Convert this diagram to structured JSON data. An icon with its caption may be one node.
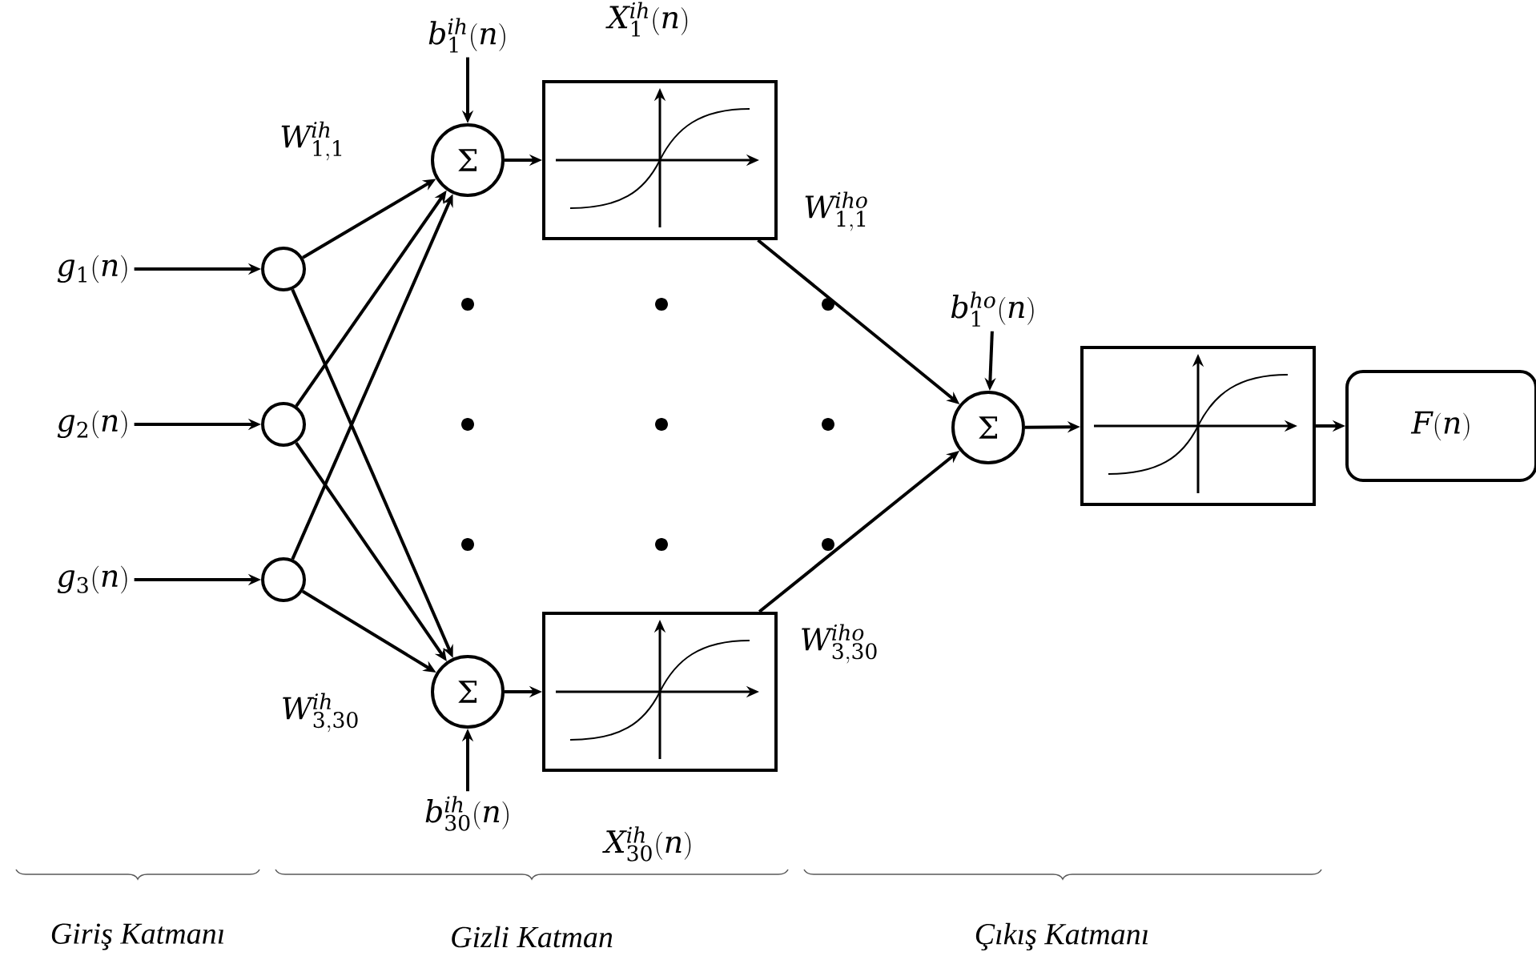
{
  "diagram": {
    "nodes": [
      {
        "text": [
          "g_1(n)"
        ]
      },
      {
        "text": [
          "g_2(n)"
        ]
      },
      {
        "text": [
          "g_3(n)"
        ]
      },
      {
        "text": [],
        "shape": "circle"
      },
      {
        "text": [],
        "shape": "circle"
      },
      {
        "text": [],
        "shape": "circle"
      },
      {
        "text": [
          "b^{ih}_1(n)"
        ]
      },
      {
        "text": [
          "\\Sigma"
        ]
      },
      {
        "text": [],
        "shape": "box",
        "beside": [
          "X^{ih}_1(n)"
        ]
      },
      {
        "text": [
          "\\Sigma"
        ]
      },
      {
        "text": [],
        "shape": "box",
        "beside": [
          "X^{ih}_{30}(n)"
        ]
      },
      {
        "text": [
          "b^{ih}_{30}(n)"
        ]
      },
      {
        "text": [
          "b^{ho}_1(n)"
        ]
      },
      {
        "text": [
          "\\Sigma"
        ]
      },
      {
        "text": [],
        "shape": "box"
      },
      {
        "text": [
          "F(n)"
        ]
      }
    ],
    "edges": [
      {
        "from": 0,
        "to": 3,
        "arrow": "to"
      },
      {
        "from": 1,
        "to": 4,
        "arrow": "to"
      },
      {
        "from": 2,
        "to": 5,
        "arrow": "to"
      },
      {
        "from": 3,
        "to": 7,
        "arrow": "to",
        "label": "W^{ih}_{1,1}"
      },
      {
        "from": 4,
        "to": 7,
        "arrow": "to"
      },
      {
        "from": 5,
        "to": 7,
        "arrow": "to"
      },
      {
        "from": 3,
        "to": 9,
        "arrow": "to"
      },
      {
        "from": 4,
        "to": 9,
        "arrow": "to"
      },
      {
        "from": 5,
        "to": 9,
        "arrow": "to",
        "label": "W^{ih}_{3,30}"
      },
      {
        "from": 6,
        "to": 7,
        "arrow": "to"
      },
      {
        "from": 7,
        "to": 8,
        "arrow": "to"
      },
      {
        "from": 11,
        "to": 9,
        "arrow": "to"
      },
      {
        "from": 9,
        "to": 10,
        "arrow": "to"
      },
      {
        "from": 8,
        "to": 13,
        "arrow": "to",
        "label": "W^{iho}_{1,1}"
      },
      {
        "from": 10,
        "to": 13,
        "arrow": "to",
        "label": "W^{iho}_{3,30}"
      },
      {
        "from": 12,
        "to": 13,
        "arrow": "to"
      },
      {
        "from": 13,
        "to": 14,
        "arrow": "to"
      },
      {
        "from": 14,
        "to": 15,
        "arrow": "to"
      }
    ],
    "labels": [
      "Giriş Katmanı",
      "Gizli Katman",
      "Çıkış Katmanı"
    ]
  }
}
